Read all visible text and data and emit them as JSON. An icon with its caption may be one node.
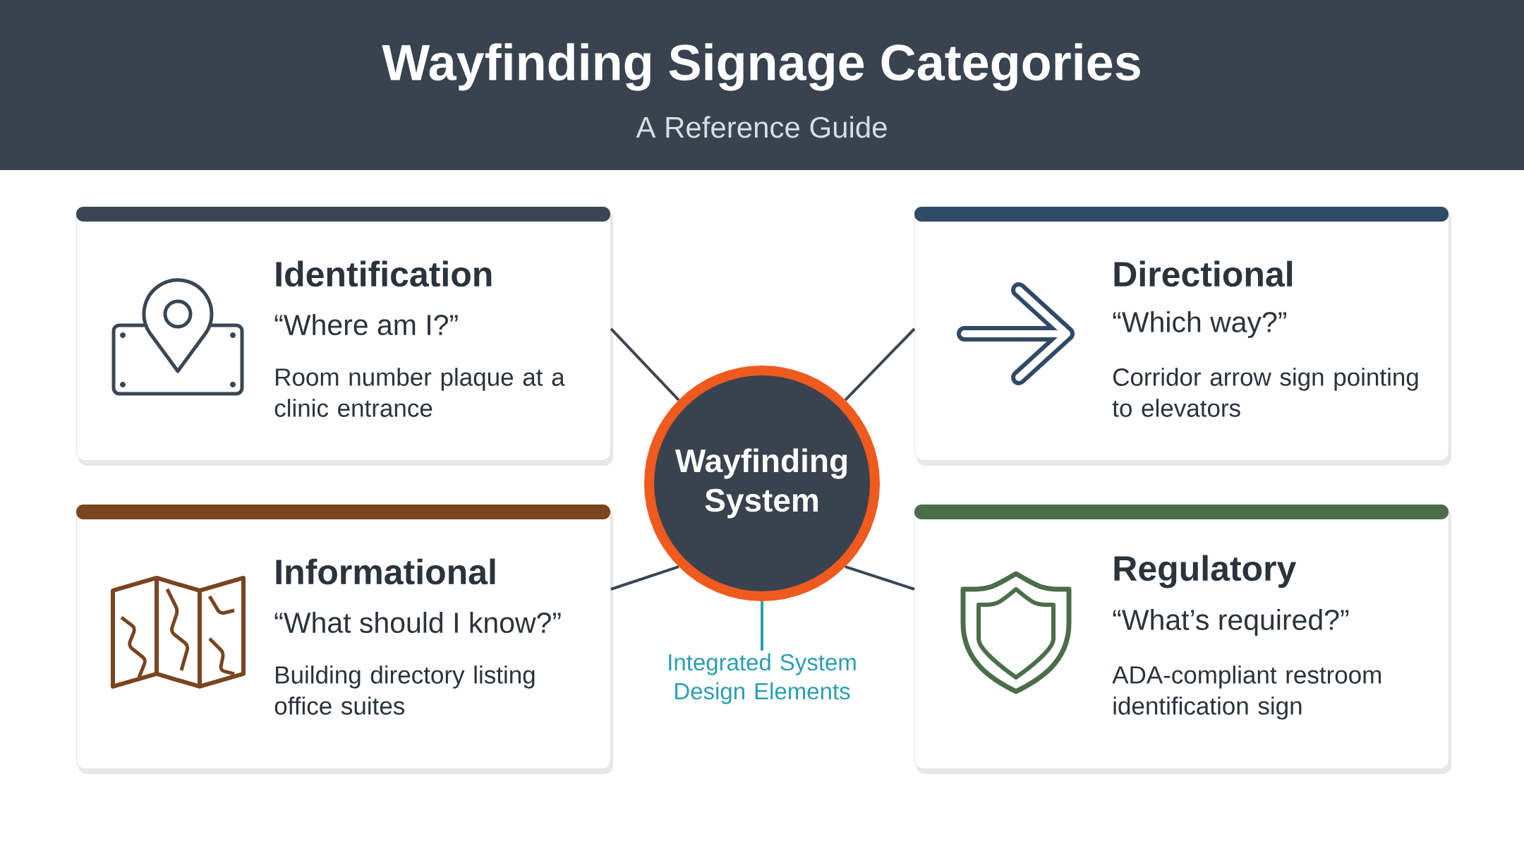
{
  "diagram": {
    "title": "Wayfinding Signage Categories",
    "caption": "A Reference Guide",
    "nodes": [
      {
        "text": [
          "Identification",
          "“Where am I?”",
          "Room number plaque at a clinic entrance"
        ]
      },
      {
        "text": [
          "Directional",
          "“Which way?”",
          "Corridor arrow sign pointing to elevators"
        ]
      },
      {
        "text": [
          "Wayfinding System"
        ]
      },
      {
        "text": [
          "Informational",
          "“What should I know?”",
          "Building directory listing office suites"
        ]
      },
      {
        "text": [
          "Regulatory",
          "“What’s required?”",
          "ADA-compliant restroom identification sign"
        ]
      },
      {
        "text": [
          "Integrated System Design Elements"
        ]
      }
    ],
    "edges": [
      {
        "from": 2,
        "to": 0,
        "arrow": "none"
      },
      {
        "from": 2,
        "to": 1,
        "arrow": "none"
      },
      {
        "from": 2,
        "to": 3,
        "arrow": "none"
      },
      {
        "from": 2,
        "to": 4,
        "arrow": "none"
      },
      {
        "from": 2,
        "to": 5,
        "arrow": "none",
        "color": "#2a9fb0"
      }
    ]
  }
}
